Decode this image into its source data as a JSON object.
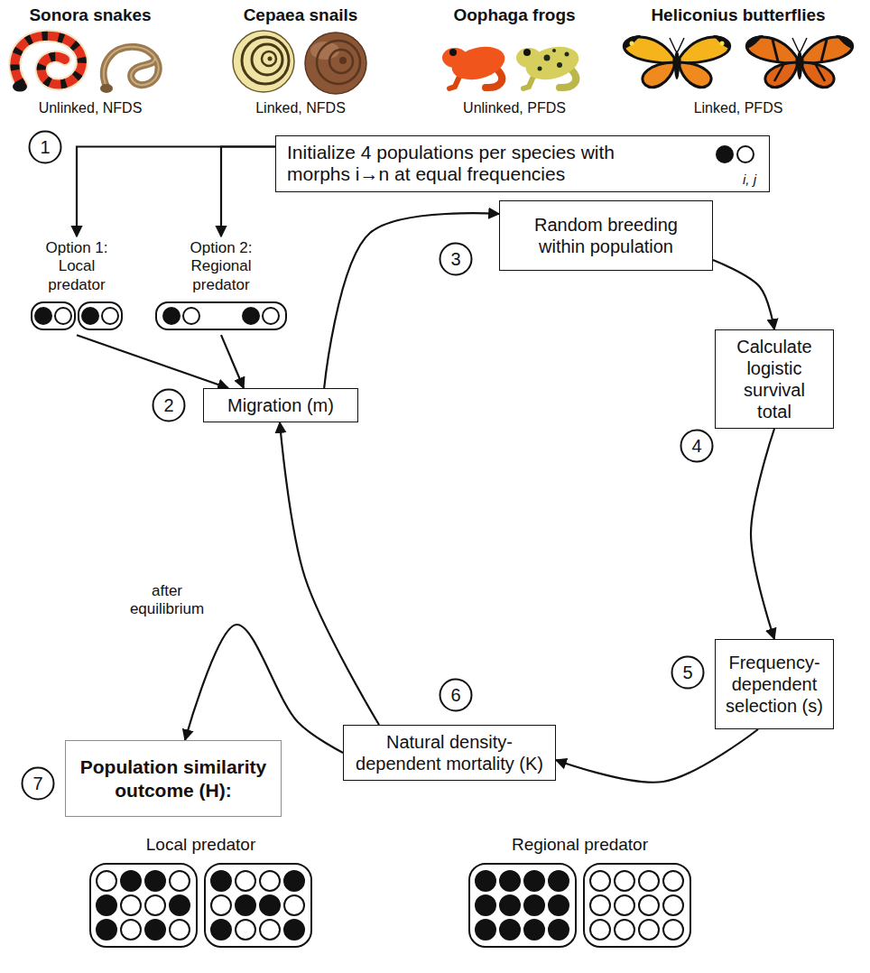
{
  "diagram": {
    "nodes": [
      {
        "text": [
          "1"
        ]
      },
      {
        "text": [
          "Initialize 4 populations per species with morphs i→n at equal frequencies",
          "i, j"
        ]
      },
      {
        "text": [
          "Option 1: Local predator"
        ]
      },
      {
        "text": [
          "Option 2: Regional predator"
        ]
      },
      {
        "text": [
          "2"
        ]
      },
      {
        "text": [
          "Migration (m)"
        ]
      },
      {
        "text": [
          "3"
        ]
      },
      {
        "text": [
          "Random breeding within population"
        ]
      },
      {
        "text": [
          "4"
        ]
      },
      {
        "text": [
          "Calculate logistic survival total"
        ]
      },
      {
        "text": [
          "5"
        ]
      },
      {
        "text": [
          "Frequency-dependent selection (s)"
        ]
      },
      {
        "text": [
          "6"
        ]
      },
      {
        "text": [
          "Natural density-dependent mortality (K)"
        ]
      },
      {
        "text": [
          "7"
        ]
      },
      {
        "text": [
          "Population similarity outcome (H):"
        ]
      },
      {
        "text": [
          "Local predator"
        ]
      },
      {
        "text": [
          "Regional predator"
        ]
      }
    ],
    "edges": [
      {
        "from": 1,
        "to": 2,
        "arrow": "to"
      },
      {
        "from": 1,
        "to": 3,
        "arrow": "to"
      },
      {
        "from": 2,
        "to": 5,
        "arrow": "to"
      },
      {
        "from": 3,
        "to": 5,
        "arrow": "to"
      },
      {
        "from": 5,
        "to": 7,
        "arrow": "to"
      },
      {
        "from": 7,
        "to": 9,
        "arrow": "to"
      },
      {
        "from": 9,
        "to": 11,
        "arrow": "to"
      },
      {
        "from": 11,
        "to": 13,
        "arrow": "to"
      },
      {
        "from": 13,
        "to": 5,
        "arrow": "to"
      },
      {
        "from": 13,
        "to": 15,
        "label": "after equilibrium",
        "arrow": "to"
      }
    ],
    "labels": [
      "Sonora snakes",
      "Unlinked, NFDS",
      "Cepaea snails",
      "Linked, NFDS",
      "Oophaga frogs",
      "Unlinked, PFDS",
      "Heliconius butterflies",
      "Linked, PFDS"
    ]
  }
}
